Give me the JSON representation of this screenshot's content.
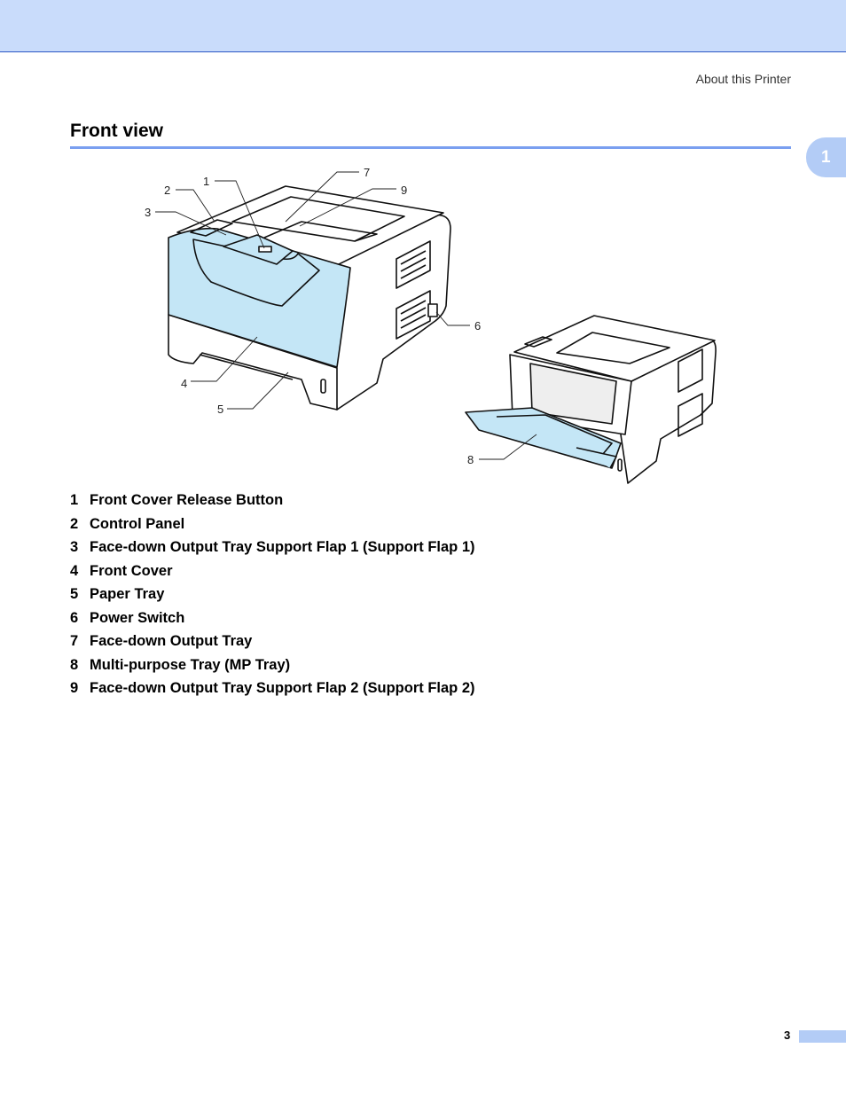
{
  "header": {
    "running_title": "About this Printer",
    "chapter_number": "1"
  },
  "section": {
    "title": "Front view"
  },
  "figure": {
    "callouts": [
      "1",
      "2",
      "3",
      "4",
      "5",
      "6",
      "7",
      "8",
      "9"
    ]
  },
  "parts": [
    {
      "number": "1",
      "label": "Front Cover Release Button"
    },
    {
      "number": "2",
      "label": "Control Panel"
    },
    {
      "number": "3",
      "label": "Face-down Output Tray Support Flap 1 (Support Flap 1)"
    },
    {
      "number": "4",
      "label": "Front Cover"
    },
    {
      "number": "5",
      "label": "Paper Tray"
    },
    {
      "number": "6",
      "label": "Power Switch"
    },
    {
      "number": "7",
      "label": "Face-down Output Tray"
    },
    {
      "number": "8",
      "label": "Multi-purpose Tray (MP Tray)"
    },
    {
      "number": "9",
      "label": "Face-down Output Tray Support Flap 2 (Support Flap 2)"
    }
  ],
  "footer": {
    "page_number": "3"
  },
  "colors": {
    "accent": "#7a9ff0",
    "band": "#c9dcfb",
    "printer_blue": "#c4e6f6"
  }
}
